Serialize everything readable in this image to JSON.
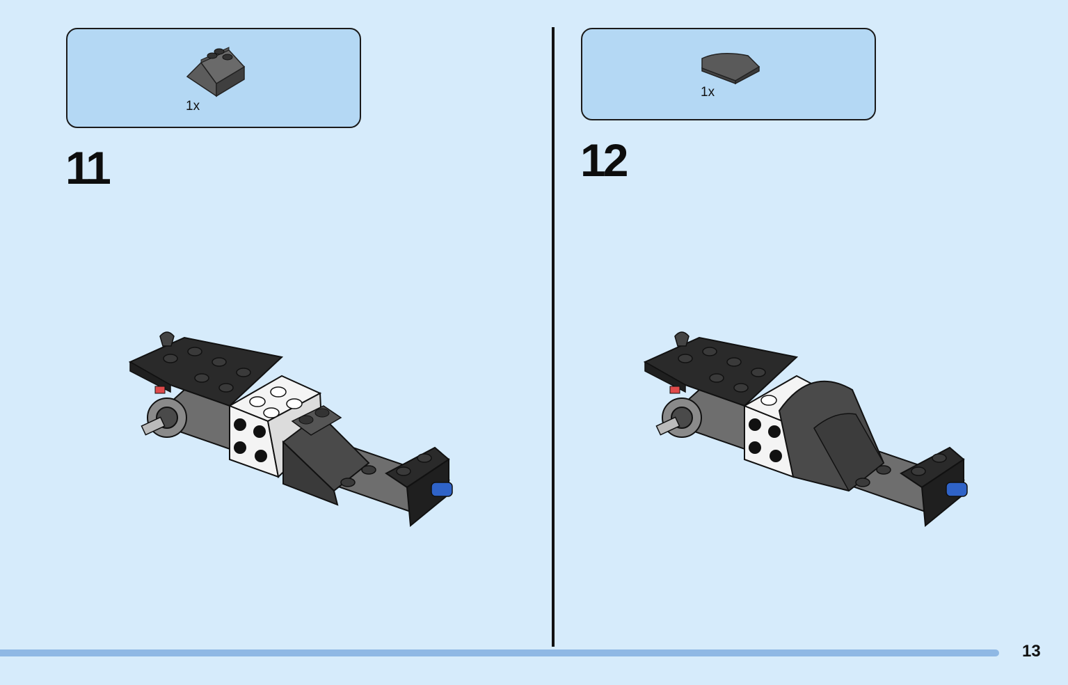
{
  "steps": [
    {
      "number": "11",
      "part_quantity": "1x",
      "part_name": "dark-grey-slope-brick-icon"
    },
    {
      "number": "12",
      "part_quantity": "1x",
      "part_name": "dark-grey-curved-slope-icon"
    }
  ],
  "footer": {
    "page_number": "13"
  },
  "colors": {
    "page_background": "#d6ebfb",
    "parts_box": "#b4d8f4",
    "progress_bar": "#8fb8e4",
    "dark_grey": "#4a4a4a",
    "black_brick": "#2a2a2a",
    "white_brick": "#f4f4f4",
    "blue_pin": "#2f63c8"
  }
}
